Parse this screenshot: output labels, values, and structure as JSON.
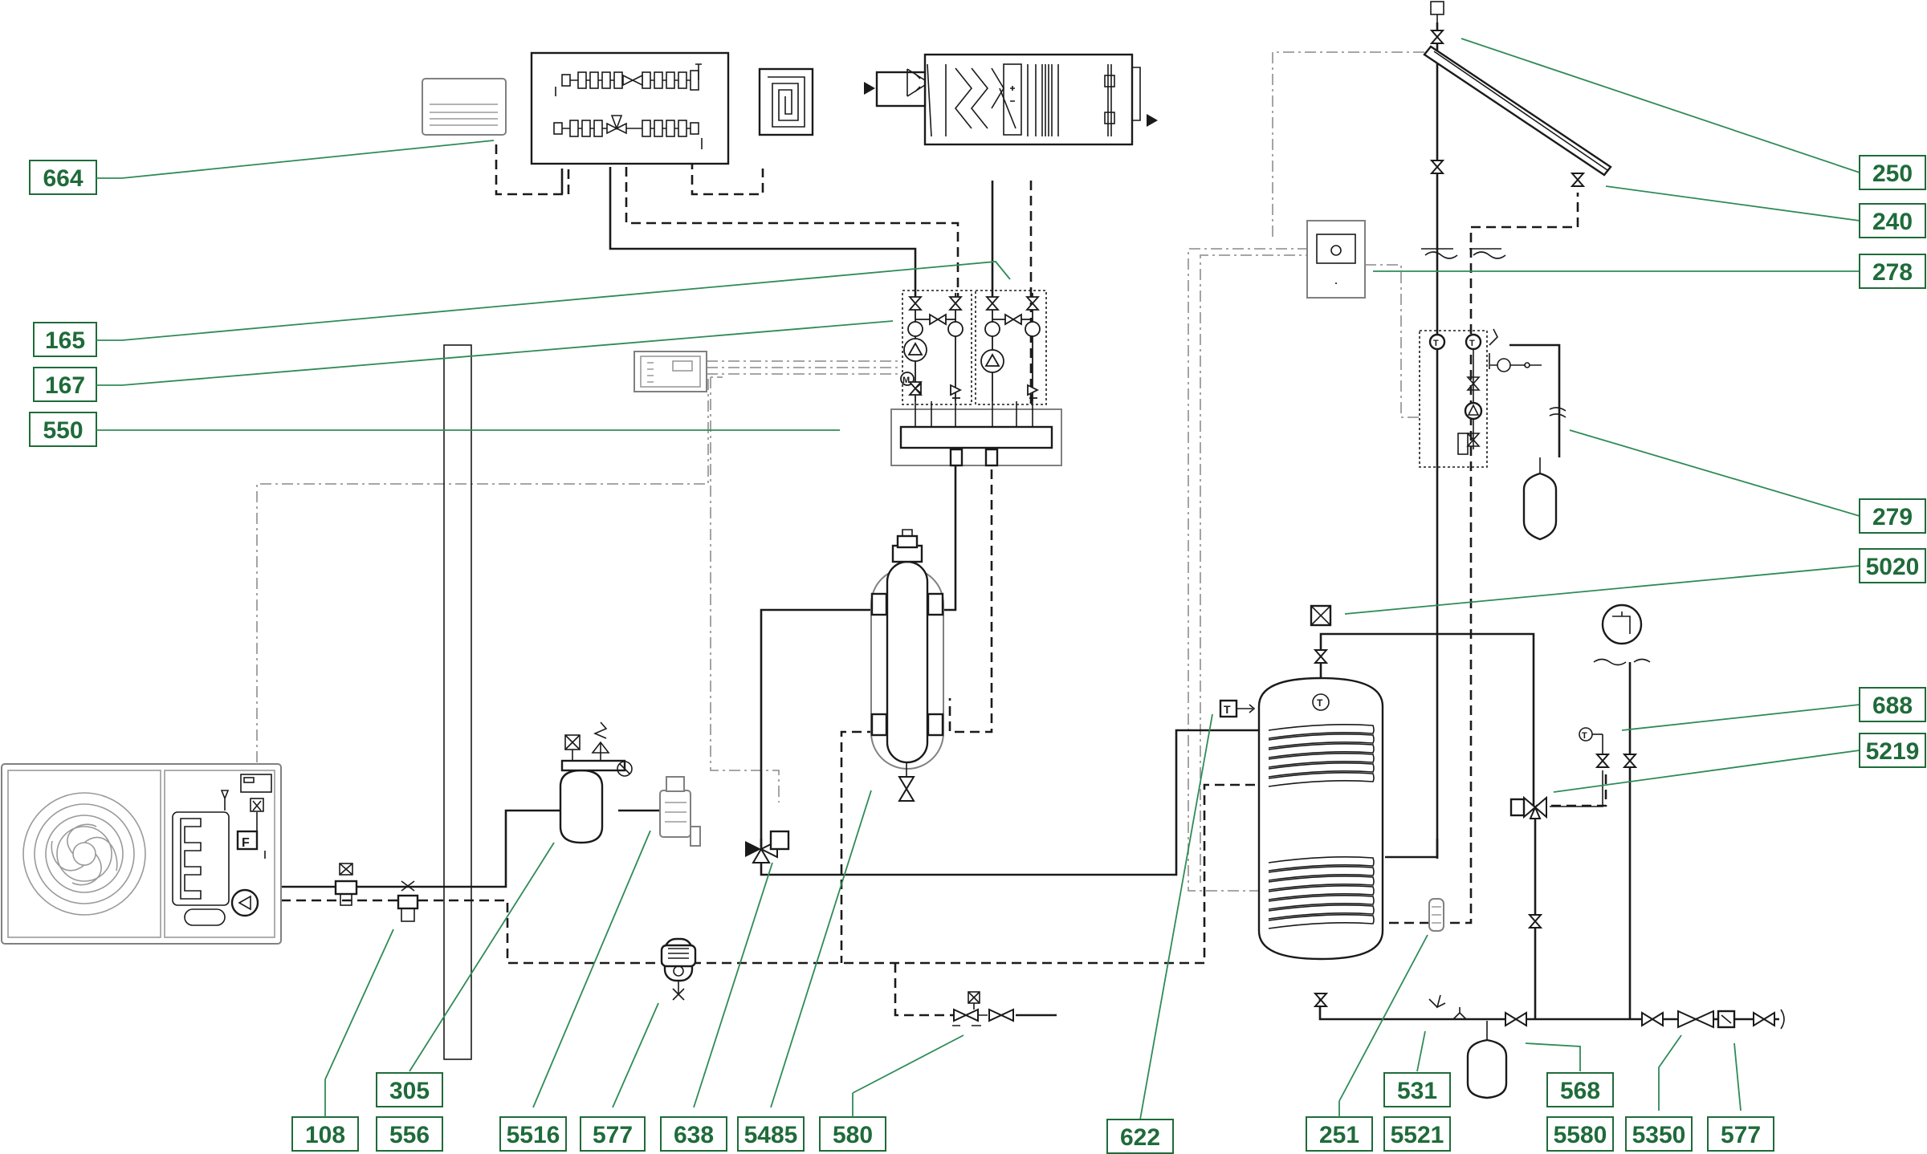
{
  "diagram": {
    "labels": [
      {
        "id": "lbl-664",
        "text": "664"
      },
      {
        "id": "lbl-165",
        "text": "165"
      },
      {
        "id": "lbl-167",
        "text": "167"
      },
      {
        "id": "lbl-550",
        "text": "550"
      },
      {
        "id": "lbl-250",
        "text": "250"
      },
      {
        "id": "lbl-240",
        "text": "240"
      },
      {
        "id": "lbl-278",
        "text": "278"
      },
      {
        "id": "lbl-279",
        "text": "279"
      },
      {
        "id": "lbl-5020",
        "text": "5020"
      },
      {
        "id": "lbl-688",
        "text": "688"
      },
      {
        "id": "lbl-5219",
        "text": "5219"
      },
      {
        "id": "lbl-108",
        "text": "108"
      },
      {
        "id": "lbl-305",
        "text": "305"
      },
      {
        "id": "lbl-556",
        "text": "556"
      },
      {
        "id": "lbl-5516",
        "text": "5516"
      },
      {
        "id": "lbl-577a",
        "text": "577"
      },
      {
        "id": "lbl-638",
        "text": "638"
      },
      {
        "id": "lbl-5485",
        "text": "5485"
      },
      {
        "id": "lbl-580",
        "text": "580"
      },
      {
        "id": "lbl-622",
        "text": "622"
      },
      {
        "id": "lbl-251",
        "text": "251"
      },
      {
        "id": "lbl-531",
        "text": "531"
      },
      {
        "id": "lbl-5521",
        "text": "5521"
      },
      {
        "id": "lbl-568",
        "text": "568"
      },
      {
        "id": "lbl-5580",
        "text": "5580"
      },
      {
        "id": "lbl-5350",
        "text": "5350"
      },
      {
        "id": "lbl-577b",
        "text": "577"
      }
    ],
    "symbols": {
      "thermometer": "T",
      "flow_switch": "F",
      "motor": "M"
    },
    "colors": {
      "label_green": "#1f6b3a",
      "leader_green": "#2e8b57",
      "pipe": "#1a1a1a",
      "control_line": "#9a9a9a"
    }
  }
}
